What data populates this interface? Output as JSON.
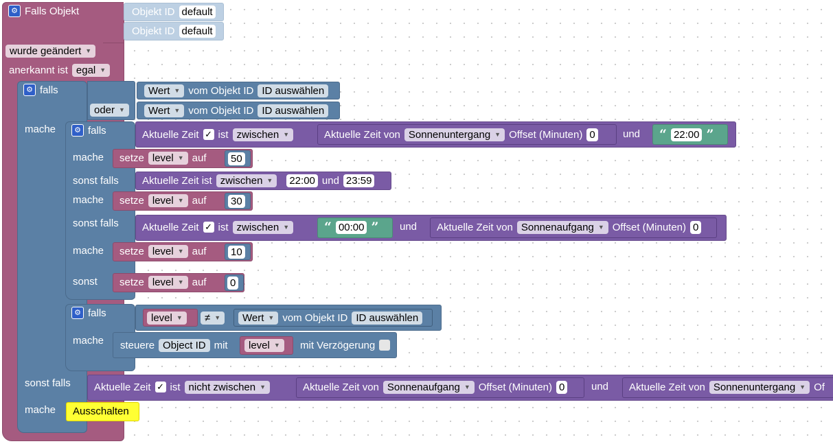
{
  "event": {
    "title": "Falls Objekt",
    "object_label": "Objekt ID",
    "object_value": "default",
    "changed_option": "wurde geändert",
    "ack_label": "anerkannt ist",
    "ack_option": "egal",
    "do_label": "mache",
    "else_if_label": "sonst falls"
  },
  "outer_if": {
    "if_label": "falls",
    "or_option": "oder",
    "value_option": "Wert",
    "from_object_label": "vom Objekt ID",
    "select_id": "ID auswählen"
  },
  "time": {
    "current_time": "Aktuelle Zeit",
    "current_time_is": "Aktuelle Zeit ist",
    "is": "ist",
    "between": "zwischen",
    "not_between": "nicht zwischen",
    "current_time_of": "Aktuelle Zeit von",
    "sunset": "Sonnenuntergang",
    "sunrise": "Sonnenaufgang",
    "offset_label": "Offset (Minuten)",
    "offset_value": "0",
    "and": "und",
    "t2200": "22:00",
    "t2359": "23:59",
    "t0000": "00:00",
    "cut_off_text": "Of"
  },
  "inner_if": {
    "if_label": "falls",
    "do_label": "mache",
    "else_if_label": "sonst falls",
    "else_label": "sonst"
  },
  "set": {
    "setze": "setze",
    "variable": "level",
    "auf": "auf",
    "v50": "50",
    "v30": "30",
    "v10": "10",
    "v0": "0"
  },
  "compare": {
    "if_label": "falls",
    "do_label": "mache",
    "operator": "≠",
    "steuere": "steuere",
    "object_id": "Object ID",
    "mit": "mit",
    "delay_label": "mit Verzögerung"
  },
  "action": {
    "off_label": "Ausschalten"
  },
  "icons": {
    "gear": "gear-icon",
    "check": "✓",
    "dropdown": "▼"
  },
  "colors": {
    "event_block": "#a55b80",
    "logic_block": "#5b80a5",
    "time_block": "#7a5ba5",
    "text_block": "#5ba58c",
    "highlight_yellow": "#ffff33"
  }
}
